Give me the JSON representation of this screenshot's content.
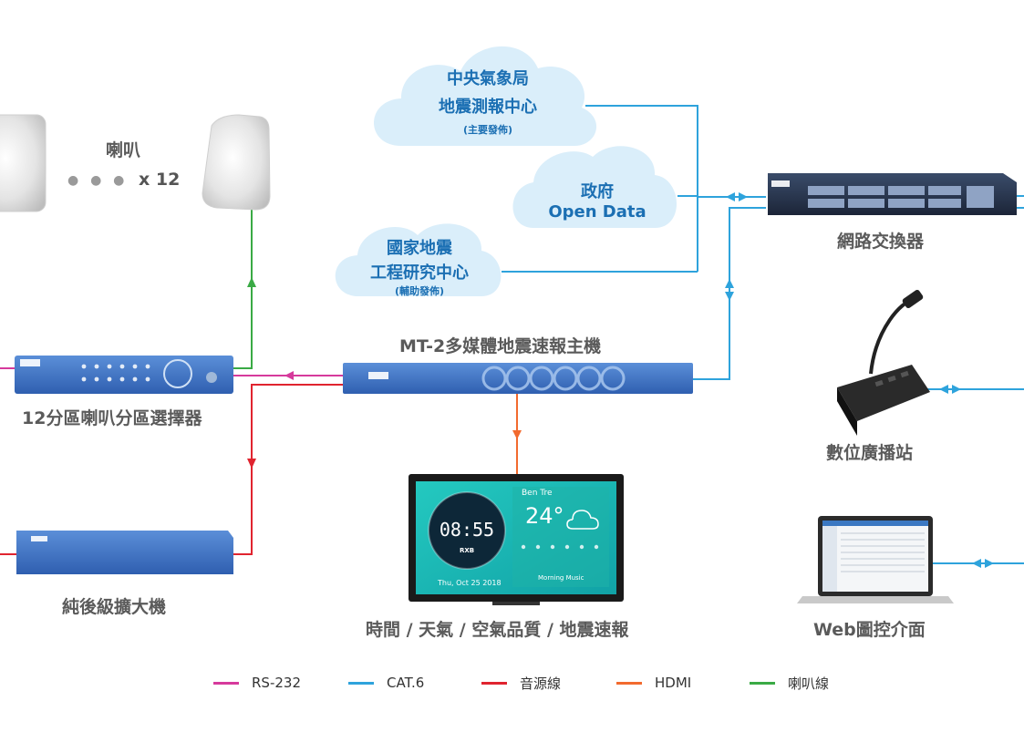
{
  "clouds": {
    "cwb": {
      "line1": "中央氣象局",
      "line2": "地震測報中心",
      "note": "(主要發佈)"
    },
    "gov": {
      "line1": "政府",
      "line2": "Open Data"
    },
    "ncree": {
      "line1": "國家地震",
      "line2": "工程研究中心",
      "note": "(輔助發佈)"
    }
  },
  "speakers": {
    "label": "喇叭",
    "dots": "● ● ●",
    "count": "x 12"
  },
  "devices": {
    "main_unit": "MT-2多媒體地震速報主機",
    "zone_selector": "12分區喇叭分區選擇器",
    "amplifier": "純後級擴大機",
    "switch": "網路交換器",
    "broadcast_station": "數位廣播站",
    "display": "時間 / 天氣 / 空氣品質 / 地震速報",
    "web": "Web圖控介面"
  },
  "screen": {
    "clock": "08:55",
    "clock_brand": "RXB",
    "date": "Thu, Oct 25 2018",
    "city": "Ben Tre",
    "temp": "24°",
    "music": "Morning Music"
  },
  "legend": [
    {
      "label": "RS-232",
      "color": "#d63a9c"
    },
    {
      "label": "CAT.6",
      "color": "#2ea3dc"
    },
    {
      "label": "音源線",
      "color": "#e0242f"
    },
    {
      "label": "HDMI",
      "color": "#f26a2e"
    },
    {
      "label": "喇叭線",
      "color": "#3aaa45"
    }
  ],
  "colors": {
    "cat6": "#2ea3dc",
    "rs232": "#d63a9c",
    "audio": "#e0242f",
    "hdmi": "#f26a2e",
    "speaker": "#3aaa45",
    "cloud": "#daeefa",
    "text_blue": "#1b6fb3"
  }
}
